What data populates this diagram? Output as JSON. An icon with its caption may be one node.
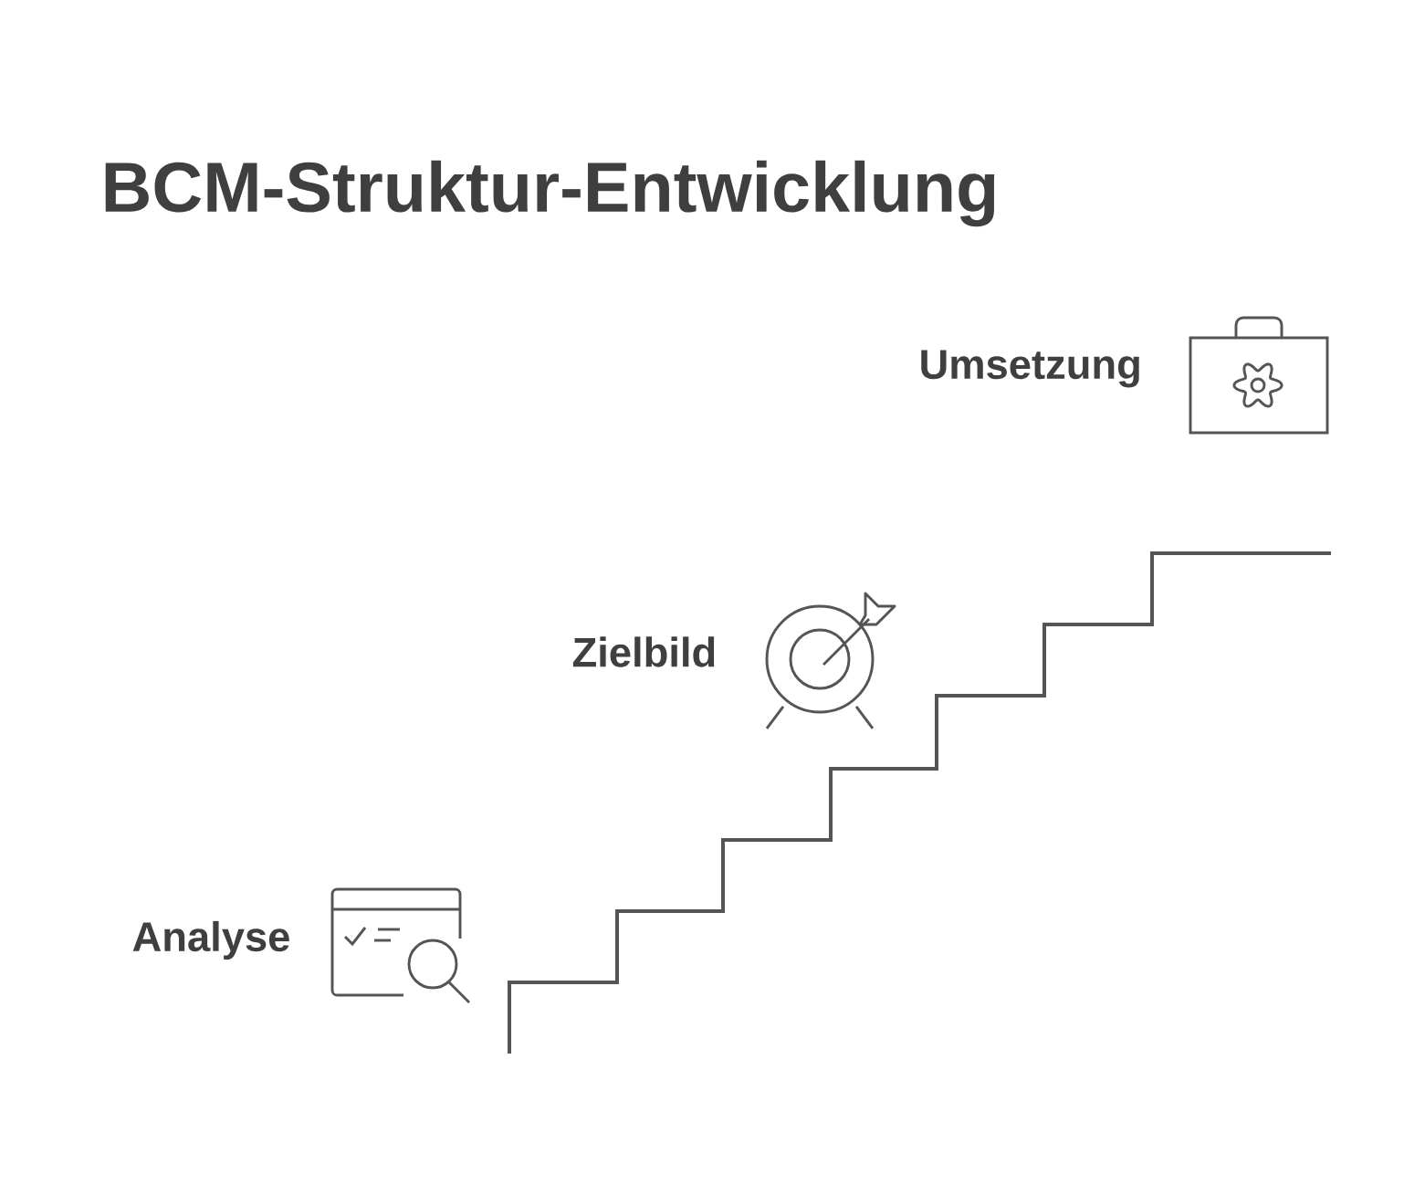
{
  "diagram": {
    "title": "BCM-Struktur-Entwicklung",
    "labels": [
      "Umsetzung",
      "Zielbild",
      "Analyse"
    ]
  }
}
